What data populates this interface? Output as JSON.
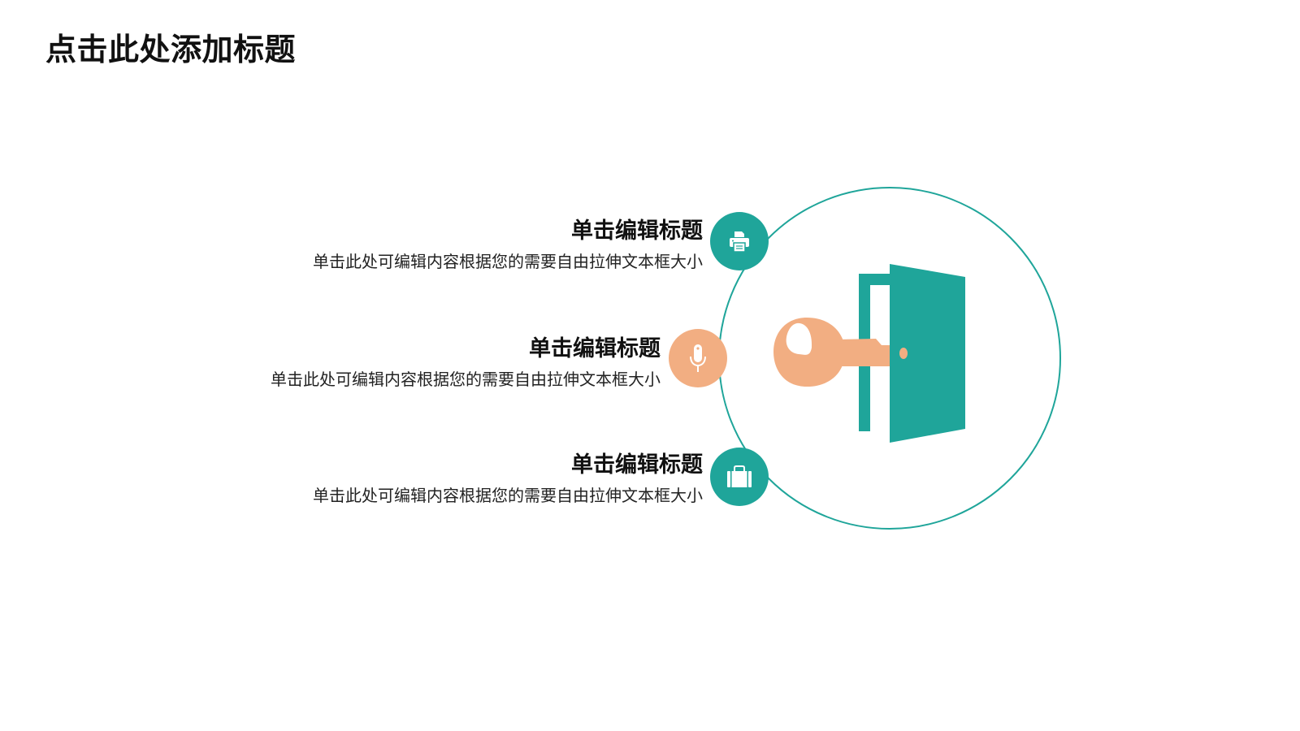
{
  "page": {
    "title": "点击此处添加标题"
  },
  "colors": {
    "teal": "#1fa59a",
    "peach": "#f2ae82",
    "text": "#111111"
  },
  "items": [
    {
      "title": "单击编辑标题",
      "description": "单击此处可编辑内容根据您的需要自由拉伸文本框大小",
      "icon": "printer-icon",
      "badge_color": "#1fa59a"
    },
    {
      "title": "单击编辑标题",
      "description": "单击此处可编辑内容根据您的需要自由拉伸文本框大小",
      "icon": "microphone-icon",
      "badge_color": "#f2ae82"
    },
    {
      "title": "单击编辑标题",
      "description": "单击此处可编辑内容根据您的需要自由拉伸文本框大小",
      "icon": "briefcase-icon",
      "badge_color": "#1fa59a"
    }
  ],
  "illustration": {
    "icon": "key-door-icon"
  }
}
